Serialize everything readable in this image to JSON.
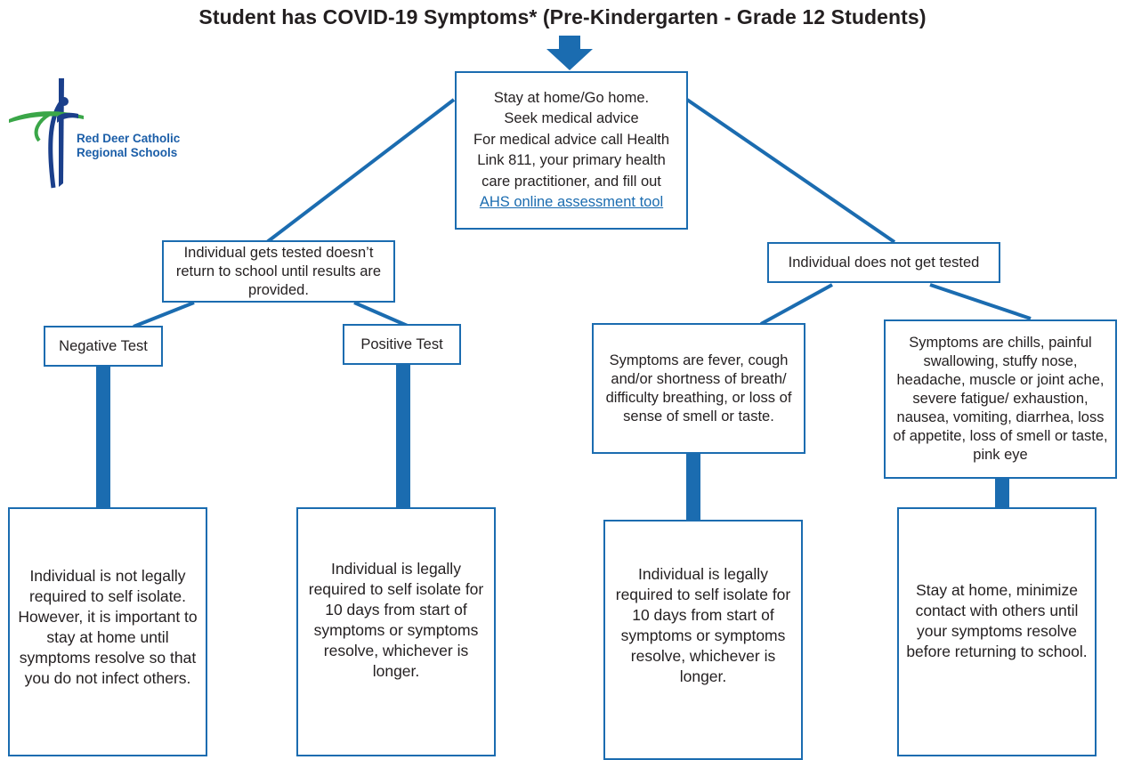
{
  "title": "Student has COVID-19 Symptoms* (Pre-Kindergarten - Grade 12 Students)",
  "logo": {
    "line1": "Red Deer Catholic",
    "line2": "Regional Schools"
  },
  "boxes": {
    "top": {
      "line1": "Stay at home/Go home.",
      "line2": "Seek medical advice",
      "line3": "For medical advice call Health",
      "line4": "Link 811, your primary health",
      "line5": "care practitioner, and fill out",
      "link": "AHS online assessment tool"
    },
    "tested": "Individual gets tested doesn’t return to school until results are provided.",
    "not_tested": "Individual does not get tested",
    "negative": "Negative Test",
    "positive": "Positive Test",
    "symptoms_core": "Symptoms are fever, cough and/or shortness of breath/ difficulty breathing, or loss of sense of smell or taste.",
    "symptoms_other": "Symptoms are chills, painful swallowing, stuffy nose, headache, muscle or joint ache, severe fatigue/ exhaustion, nausea, vomiting, diarrhea, loss of appetite, loss of smell or taste, pink eye",
    "outcome_negative": "Individual is not legally required to self isolate. However, it is important to stay at home until symptoms resolve so that you do not infect others.",
    "outcome_positive": "Individual is legally required to self isolate for 10 days from start of symptoms or symptoms resolve, whichever is longer.",
    "outcome_core": "Individual is legally required to self isolate for 10 days from start of symptoms or symptoms resolve, whichever is longer.",
    "outcome_other": "Stay at home, minimize contact with others until your symptoms resolve before returning to school."
  },
  "colors": {
    "accent": "#1b6cb0",
    "logo_green": "#3aa648",
    "logo_navy": "#1b3f8b"
  }
}
